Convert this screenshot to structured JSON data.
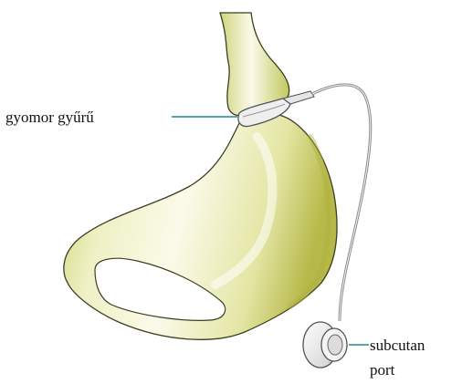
{
  "labels": {
    "band": "gyomor gyűrű",
    "port_line1": "subcutan",
    "port_line2": "port"
  },
  "colors": {
    "stomach_fill": "#f6f4df",
    "stomach_shadow": "#c9d16a",
    "stomach_deep": "#b6b847",
    "stomach_edge": "#3e3e22",
    "band_fill": "#efefef",
    "tube": "#8c8c8c",
    "leader_line": "#1e8c92",
    "label_text": "#111111"
  }
}
